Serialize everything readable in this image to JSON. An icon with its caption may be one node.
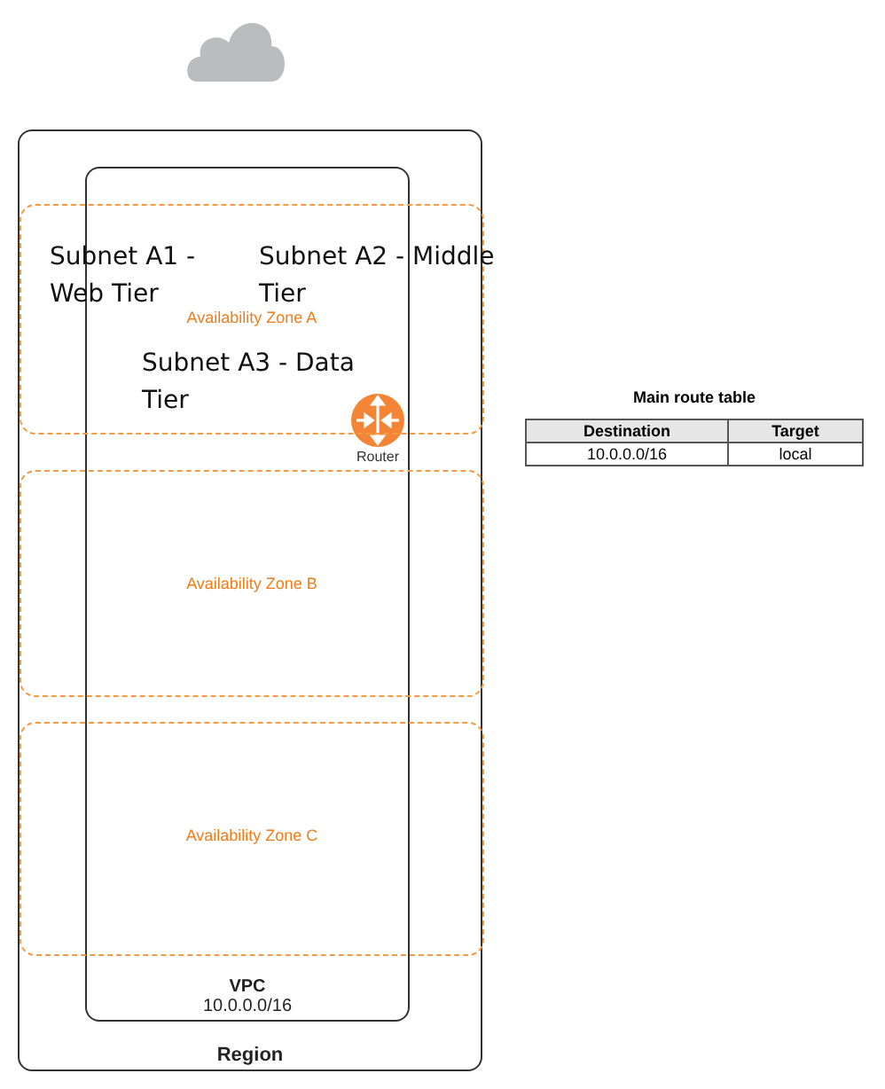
{
  "diagram": {
    "nodes": [
      {
        "text": [
          "Region"
        ]
      },
      {
        "text": [
          "VPC",
          "10.0.0.0/16"
        ],
        "in": 0
      },
      {
        "text": [
          "Availability Zone A"
        ],
        "in": 0
      },
      {
        "text": [
          "Availability Zone B"
        ],
        "in": 0
      },
      {
        "text": [
          "Availability Zone C"
        ],
        "in": 0
      },
      {
        "text": [
          "Router"
        ],
        "in": 1
      }
    ],
    "edges": [],
    "labels": [
      "Subnet A1 - Web Tier",
      "Subnet A2 - Middle Tier",
      "Subnet A3 - Data Tier",
      "Main route table",
      "Destination",
      "Target",
      "10.0.0.0/16",
      "local"
    ]
  }
}
